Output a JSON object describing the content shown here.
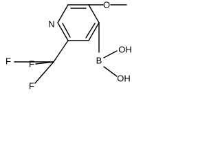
{
  "molecule": {
    "atoms": {
      "nitrogen": "N",
      "oxygen_methoxy": "O",
      "boron": "B",
      "hydroxyl_top": "OH",
      "hydroxyl_bottom": "OH",
      "fluorine_left_top": "F",
      "fluorine_right_top": "F",
      "fluorine_bottom": "F"
    }
  }
}
